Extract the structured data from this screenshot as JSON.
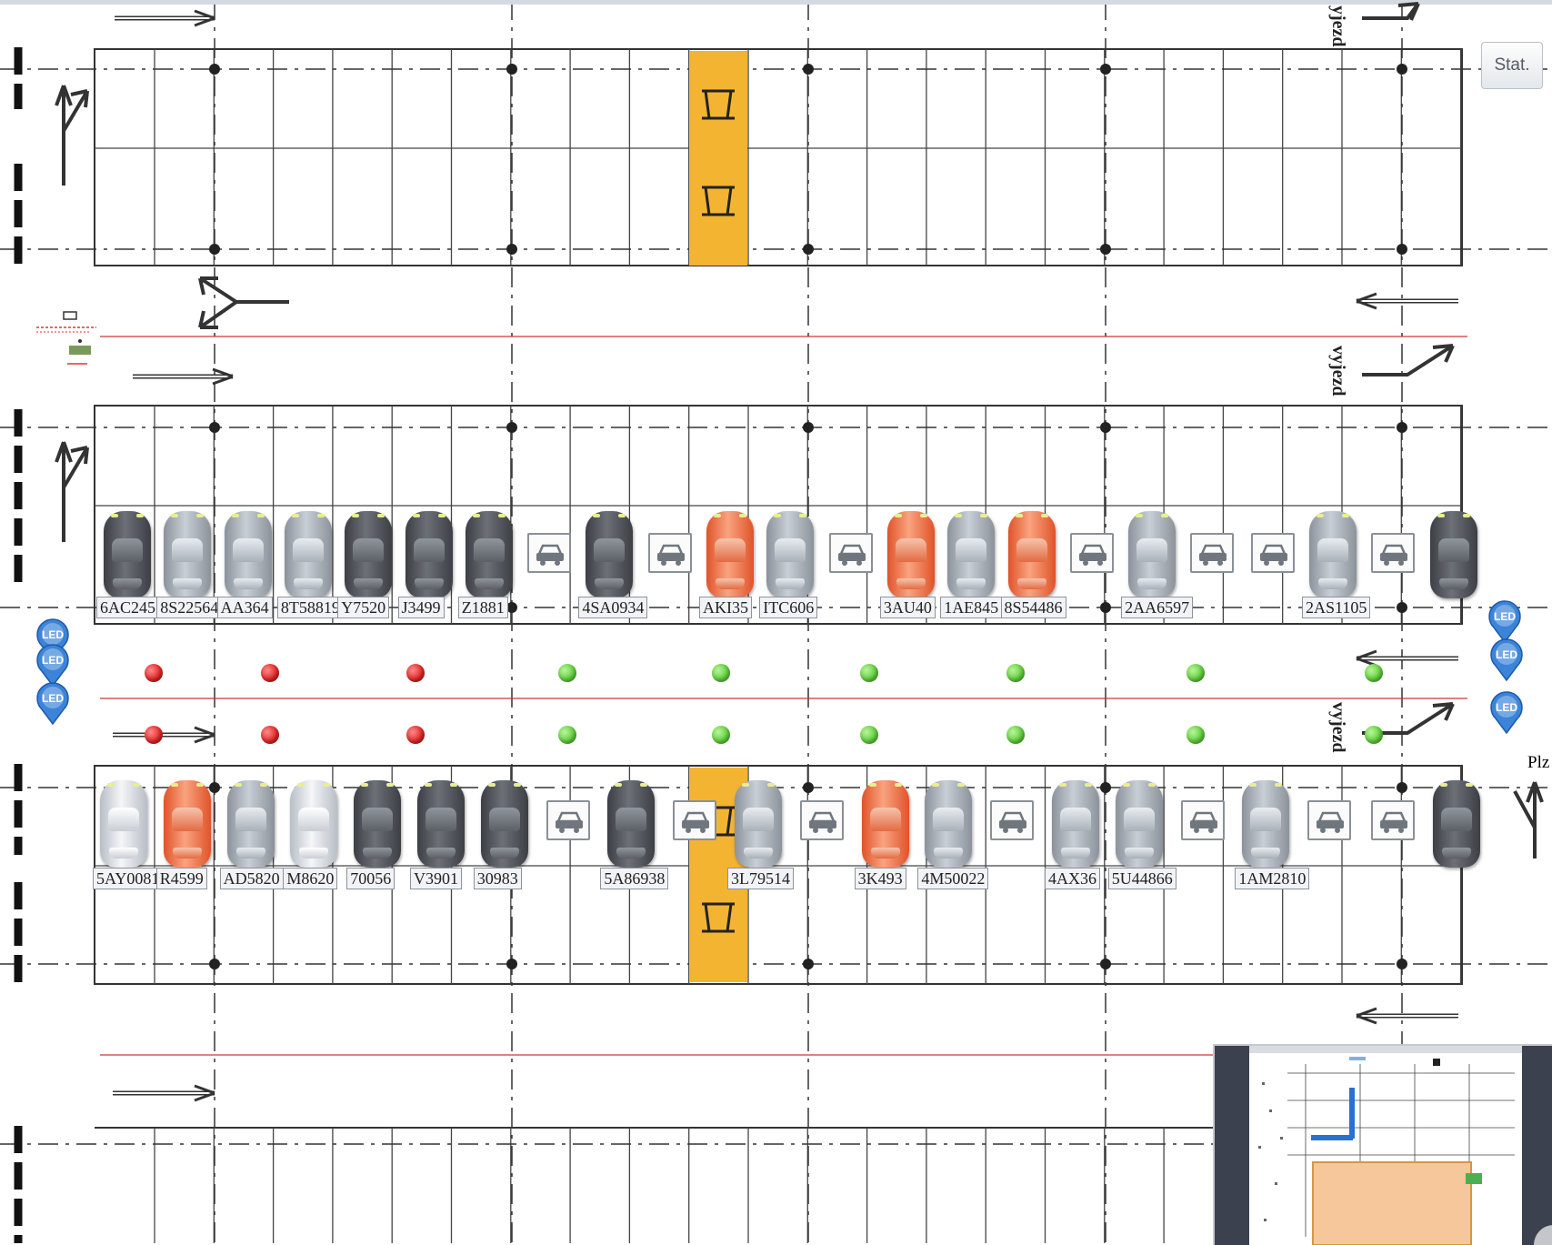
{
  "toolbar": {
    "stat_label": "Stat."
  },
  "floor_labels": {
    "exit_1": "yjezd",
    "exit_2": "vyjezd",
    "exit_3": "vyjezd",
    "edge_right": "Plz"
  },
  "led_label": "LED",
  "row_top": {
    "slots": [
      {
        "status": "occupied",
        "color": "dark",
        "plate": "6AC245"
      },
      {
        "status": "occupied",
        "color": "silver",
        "plate": "8S22564"
      },
      {
        "status": "occupied",
        "color": "silver",
        "plate": "AA364"
      },
      {
        "status": "occupied",
        "color": "silver",
        "plate": "8T58819"
      },
      {
        "status": "occupied",
        "color": "dark",
        "plate": "Y7520"
      },
      {
        "status": "occupied",
        "color": "dark",
        "plate": "J3499"
      },
      {
        "status": "occupied",
        "color": "dark",
        "plate": "Z1881"
      },
      {
        "status": "free"
      },
      {
        "status": "occupied",
        "color": "dark",
        "plate": "4SA0934"
      },
      {
        "status": "free"
      },
      {
        "status": "occupied",
        "color": "orange",
        "plate": "AKI35"
      },
      {
        "status": "occupied",
        "color": "silver",
        "plate": "ITC606"
      },
      {
        "status": "free"
      },
      {
        "status": "occupied",
        "color": "orange",
        "plate": "3AU40"
      },
      {
        "status": "occupied",
        "color": "silver",
        "plate": "1AE845"
      },
      {
        "status": "occupied",
        "color": "orange",
        "plate": "8S54486"
      },
      {
        "status": "free"
      },
      {
        "status": "occupied",
        "color": "silver",
        "plate": "2AA6597"
      },
      {
        "status": "free"
      },
      {
        "status": "free"
      },
      {
        "status": "occupied",
        "color": "silver",
        "plate": "2AS1105"
      },
      {
        "status": "free"
      },
      {
        "status": "occupied",
        "color": "dark",
        "plate": ""
      }
    ]
  },
  "row_bottom": {
    "slots": [
      {
        "status": "occupied",
        "color": "white",
        "plate": "5AY0081"
      },
      {
        "status": "occupied",
        "color": "orange",
        "plate": "R4599"
      },
      {
        "status": "occupied",
        "color": "silver",
        "plate": "AD5820"
      },
      {
        "status": "occupied",
        "color": "white",
        "plate": "M8620"
      },
      {
        "status": "occupied",
        "color": "dark",
        "plate": "70056"
      },
      {
        "status": "occupied",
        "color": "dark",
        "plate": "V3901"
      },
      {
        "status": "occupied",
        "color": "dark",
        "plate": "30983"
      },
      {
        "status": "free"
      },
      {
        "status": "occupied",
        "color": "dark",
        "plate": "5A86938"
      },
      {
        "status": "free"
      },
      {
        "status": "occupied",
        "color": "silver",
        "plate": "3L79514"
      },
      {
        "status": "free"
      },
      {
        "status": "occupied",
        "color": "orange",
        "plate": "3K493"
      },
      {
        "status": "occupied",
        "color": "silver",
        "plate": "4M50022"
      },
      {
        "status": "free"
      },
      {
        "status": "occupied",
        "color": "silver",
        "plate": "4AX36"
      },
      {
        "status": "occupied",
        "color": "silver",
        "plate": "5U44866"
      },
      {
        "status": "free"
      },
      {
        "status": "occupied",
        "color": "silver",
        "plate": "1AM2810"
      },
      {
        "status": "free"
      },
      {
        "status": "free"
      },
      {
        "status": "occupied",
        "color": "dark",
        "plate": ""
      }
    ]
  },
  "lane_indicators": {
    "upper": [
      "red",
      "red",
      "red",
      "green",
      "green",
      "green",
      "green",
      "green",
      "green"
    ],
    "lower": [
      "red",
      "red",
      "red",
      "green",
      "green",
      "green",
      "green",
      "green",
      "green"
    ]
  },
  "colors": {
    "dark": "#4a4e54",
    "silver": "#aab1b9",
    "white": "#eef1f4",
    "orange": "#f0703f",
    "occupied_indicator": "#e02424",
    "free_indicator": "#5fce3a",
    "pedestrian_zone": "#f3b431",
    "led_marker": "#3b84d9",
    "lane_line": "#c9302c"
  }
}
